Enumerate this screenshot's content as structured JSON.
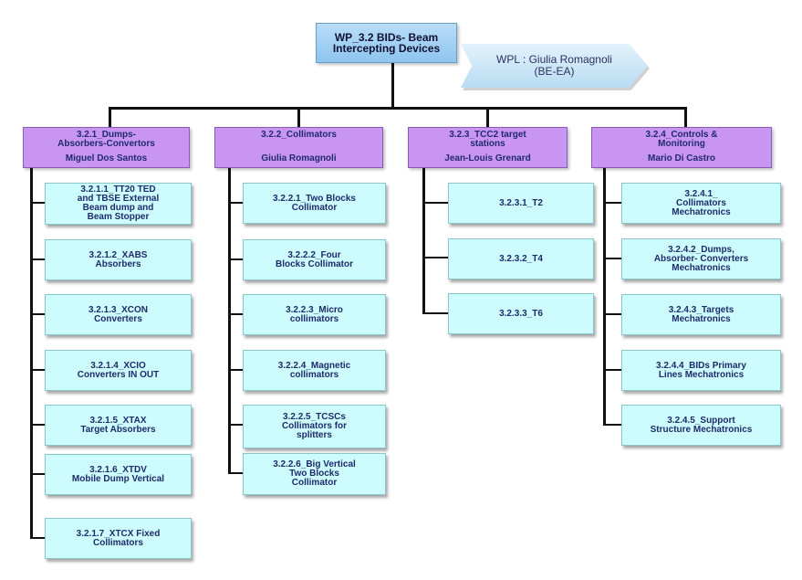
{
  "root": {
    "line1": "WP_3.2 BIDs- Beam",
    "line2": "Intercepting Devices"
  },
  "wpl": {
    "line1": "WPL : Giulia Romagnoli",
    "line2": "(BE-EA)"
  },
  "work_packages": [
    {
      "code": "3.2.1_Dumps-\nAbsorbers-Convertors",
      "lead": "Miguel Dos Santos",
      "items": [
        "3.2.1.1_TT20 TED\nand TBSE External\nBeam dump and\nBeam Stopper",
        "3.2.1.2_XABS\nAbsorbers",
        "3.2.1.3_XCON\nConverters",
        "3.2.1.4_XCIO\nConverters IN OUT",
        "3.2.1.5_XTAX\nTarget Absorbers",
        "3.2.1.6_XTDV\nMobile Dump Vertical",
        "3.2.1.7_XTCX Fixed\nCollimators"
      ]
    },
    {
      "code": "3.2.2_Collimators",
      "lead": "Giulia Romagnoli",
      "items": [
        "3.2.2.1_Two Blocks\nCollimator",
        "3.2.2.2_Four\nBlocks Collimator",
        "3.2.2.3_Micro\ncollimators",
        "3.2.2.4_Magnetic\ncollimators",
        "3.2.2.5_TCSCs\nCollimators for\nsplitters",
        "3.2.2.6_Big Vertical\nTwo Blocks\nCollimator"
      ]
    },
    {
      "code": "3.2.3_TCC2 target\nstations",
      "lead": "Jean-Louis Grenard",
      "items": [
        "3.2.3.1_T2",
        "3.2.3.2_T4",
        "3.2.3.3_T6"
      ]
    },
    {
      "code": "3.2.4_Controls &\nMonitoring",
      "lead": "Mario Di Castro",
      "items": [
        "3.2.4.1_\nCollimators\nMechatronics",
        "3.2.4.2_Dumps,\nAbsorber- Converters\nMechatronics",
        "3.2.4.3_Targets\nMechatronics",
        "3.2.4.4_BIDs Primary\nLines Mechatronics",
        "3.2.4.5_Support\nStructure Mechatronics"
      ]
    }
  ],
  "colors": {
    "root_fill": "#a8d4f5",
    "wp_fill": "#c995f2",
    "item_fill": "#ccfcfd",
    "text": "#1f2a6b",
    "connector": "#111111"
  }
}
